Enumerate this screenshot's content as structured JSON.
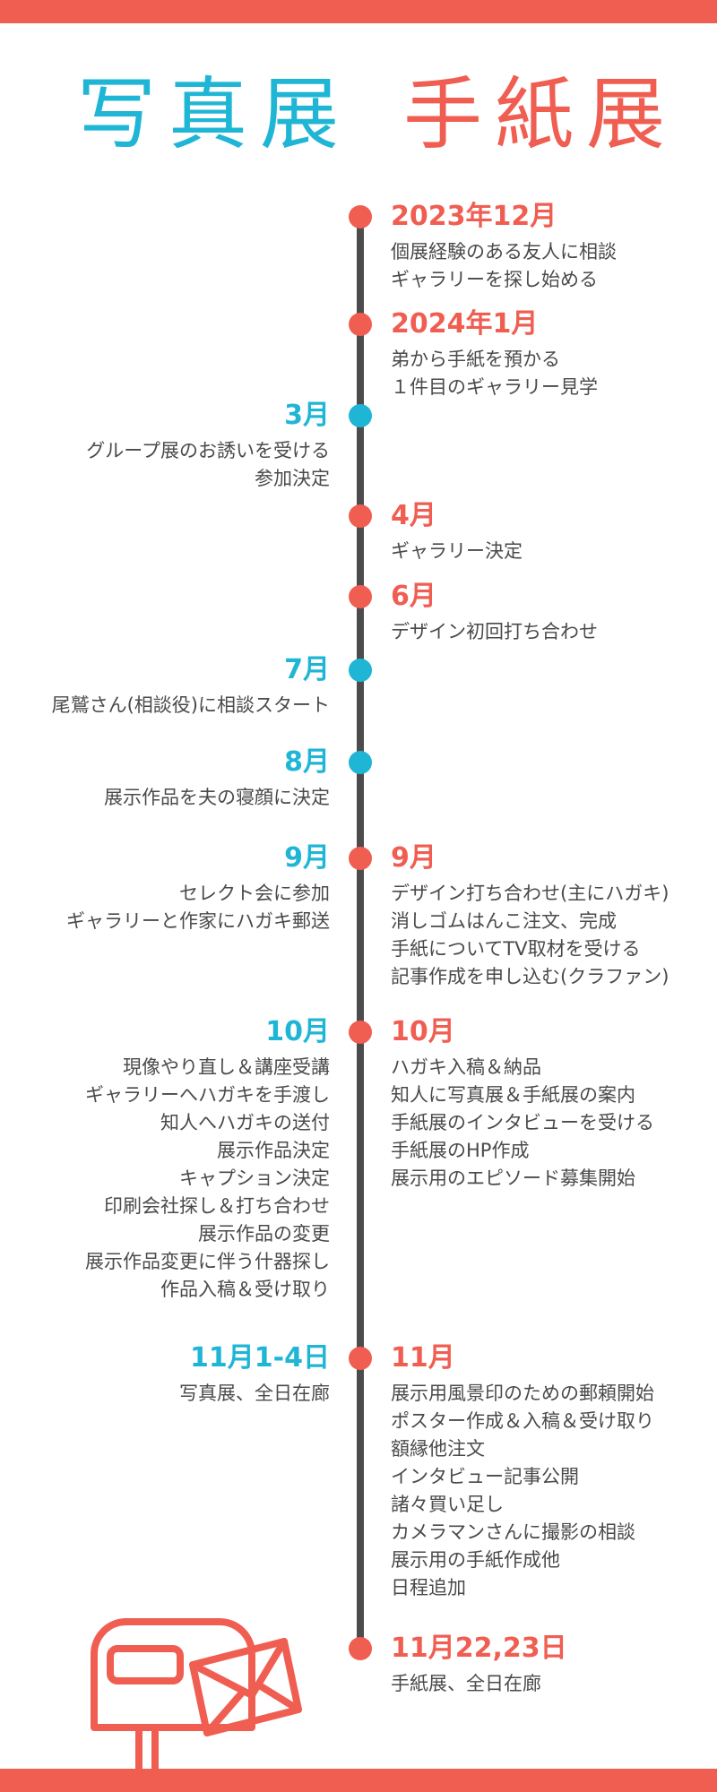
{
  "titles": {
    "photo": "写真展",
    "letter": "手紙展"
  },
  "colors": {
    "photo": "#1fb6d6",
    "letter": "#f05e52",
    "axis": "#4c4c4c",
    "text": "#4a4a4a"
  },
  "timeline": {
    "left": [
      {
        "head": "3月",
        "lines": [
          "グループ展のお誘いを受ける",
          "参加決定"
        ]
      },
      {
        "head": "7月",
        "lines": [
          "尾鷲さん(相談役)に相談スタート"
        ]
      },
      {
        "head": "8月",
        "lines": [
          "展示作品を夫の寝顔に決定"
        ]
      },
      {
        "head": "9月",
        "lines": [
          "セレクト会に参加",
          "ギャラリーと作家にハガキ郵送"
        ]
      },
      {
        "head": "10月",
        "lines": [
          "現像やり直し＆講座受講",
          "ギャラリーへハガキを手渡し",
          "知人へハガキの送付",
          "展示作品決定",
          "キャプション決定",
          "印刷会社探し＆打ち合わせ",
          "展示作品の変更",
          "展示作品変更に伴う什器探し",
          "作品入稿＆受け取り"
        ]
      },
      {
        "head": "11月1-4日",
        "lines": [
          "写真展、全日在廊"
        ]
      }
    ],
    "right": [
      {
        "head": "2023年12月",
        "lines": [
          "個展経験のある友人に相談",
          "ギャラリーを探し始める"
        ]
      },
      {
        "head": "2024年1月",
        "lines": [
          "弟から手紙を預かる",
          "１件目のギャラリー見学"
        ]
      },
      {
        "head": "4月",
        "lines": [
          "ギャラリー決定"
        ]
      },
      {
        "head": "6月",
        "lines": [
          "デザイン初回打ち合わせ"
        ]
      },
      {
        "head": "9月",
        "lines": [
          "デザイン打ち合わせ(主にハガキ)",
          "消しゴムはんこ注文、完成",
          "手紙についてTV取材を受ける",
          "記事作成を申し込む(クラファン)"
        ]
      },
      {
        "head": "10月",
        "lines": [
          "ハガキ入稿＆納品",
          "知人に写真展＆手紙展の案内",
          "手紙展のインタビューを受ける",
          "手紙展のHP作成",
          "展示用のエピソード募集開始"
        ]
      },
      {
        "head": "11月",
        "lines": [
          "展示用風景印のための郵頼開始",
          "ポスター作成＆入稿＆受け取り",
          "額縁他注文",
          "インタビュー記事公開",
          "諸々買い足し",
          "カメラマンさんに撮影の相談",
          "展示用の手紙作成他",
          "日程追加"
        ]
      },
      {
        "head": "11月22,23日",
        "lines": [
          "手紙展、全日在廊"
        ]
      }
    ]
  },
  "icons": {
    "decoration": "mailbox-envelope-icon"
  }
}
